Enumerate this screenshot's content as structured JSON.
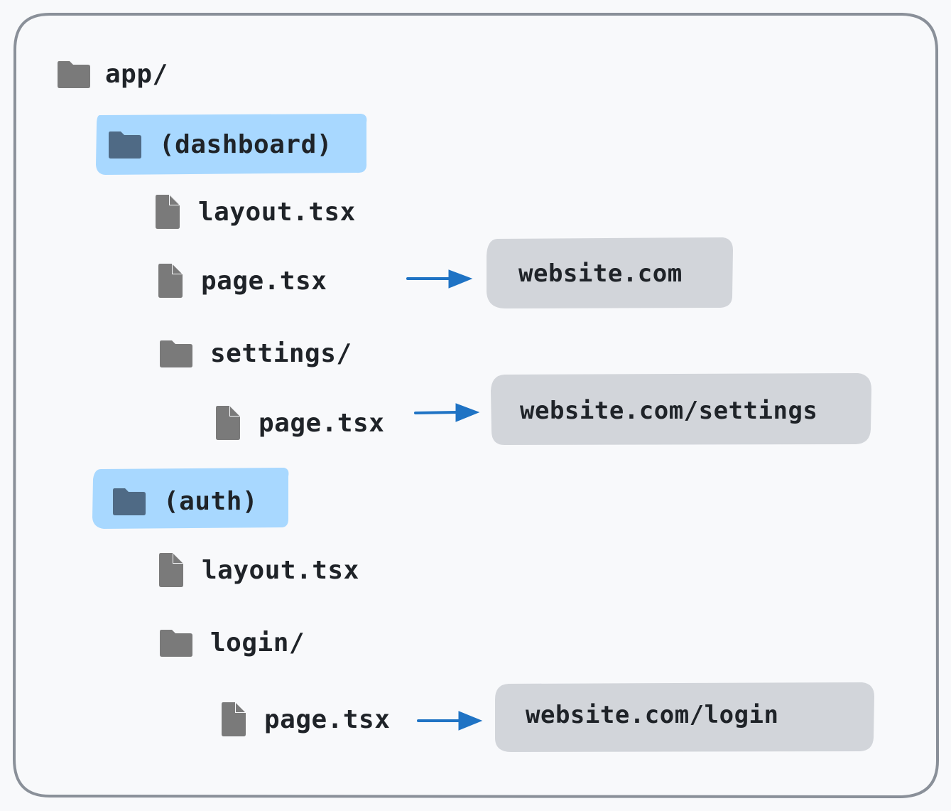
{
  "tree": {
    "root": {
      "label": "app/",
      "icon": "folder-icon"
    },
    "groups": [
      {
        "label": "(dashboard)",
        "icon": "folder-icon",
        "highlight": "#a8d8ff",
        "children": [
          {
            "label": "layout.tsx",
            "icon": "file-icon"
          },
          {
            "label": "page.tsx",
            "icon": "file-icon",
            "route": "website.com"
          },
          {
            "label": "settings/",
            "icon": "folder-icon"
          },
          {
            "label": "page.tsx",
            "icon": "file-icon",
            "route": "website.com/settings"
          }
        ]
      },
      {
        "label": "(auth)",
        "icon": "folder-icon",
        "highlight": "#a8d8ff",
        "children": [
          {
            "label": "layout.tsx",
            "icon": "file-icon"
          },
          {
            "label": "login/",
            "icon": "folder-icon"
          },
          {
            "label": "page.tsx",
            "icon": "file-icon",
            "route": "website.com/login"
          }
        ]
      }
    ]
  },
  "colors": {
    "background": "#f8f9fb",
    "frame_border": "#8a9099",
    "icon_gray": "#7a7a7a",
    "icon_group": "#4f6a85",
    "group_highlight": "#a8d8ff",
    "route_pill": "#d2d5da",
    "arrow": "#1f73c4",
    "text": "#1f2328"
  }
}
